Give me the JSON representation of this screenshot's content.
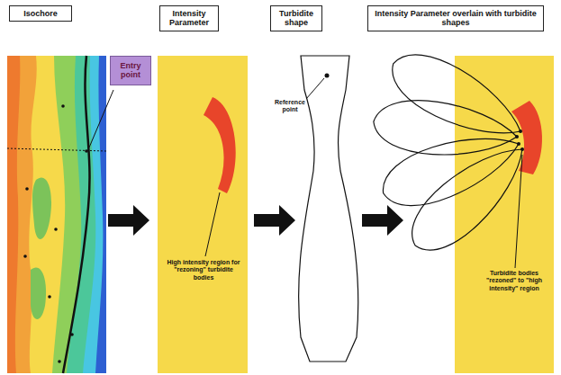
{
  "diagram": {
    "nodes": [
      {
        "text": [
          "Isochore"
        ]
      },
      {
        "text": [
          "Intensity Parameter"
        ]
      },
      {
        "text": [
          "Turbidite shape"
        ]
      },
      {
        "text": [
          "Intensity Parameter overlain with turbidite shapes"
        ]
      },
      {
        "text": [
          "Entry point"
        ]
      }
    ],
    "labels": [
      "High intensity region for \"rezoning\" turbidite bodies",
      "Reference point",
      "Turbidite bodies \"rezoned\" to \"high intensity\" region"
    ]
  }
}
